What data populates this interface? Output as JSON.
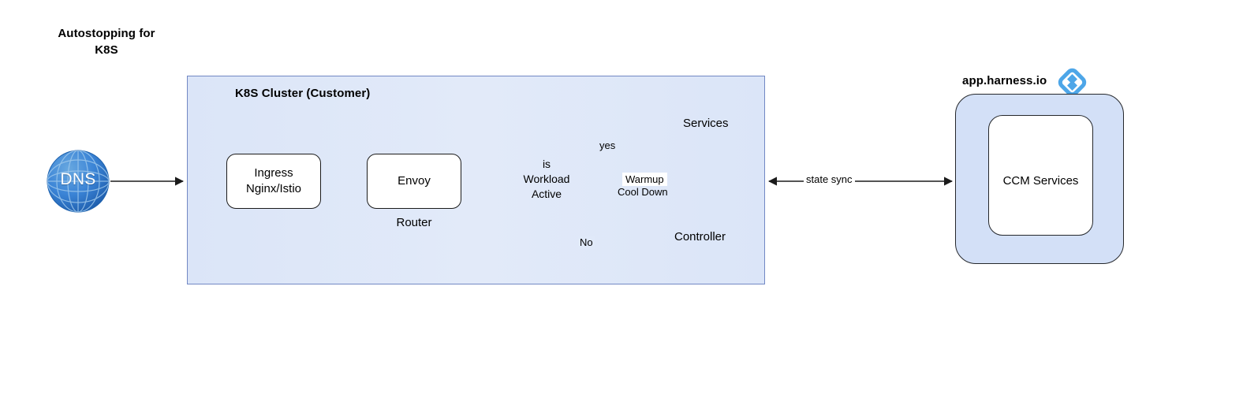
{
  "title": "Autostopping for\nK8S",
  "title_line1": "Autostopping for",
  "title_line2": "K8S",
  "colors": {
    "cluster_fill": "#dce6f8",
    "cluster_border": "#7288c4",
    "k8s_blue": "#326ce5",
    "harness_blue": "#4da6e8",
    "panel_fill": "#d3e0f7",
    "stroke": "#1b1b1b",
    "dns_blue": "#2f7fd1"
  },
  "dns": {
    "label": "DNS",
    "icon": "globe-icon"
  },
  "cluster": {
    "title": "K8S Cluster (Customer)",
    "icon": "kubernetes-icon",
    "nodes": {
      "ingress": {
        "line1": "Ingress",
        "line2": "Nginx/Istio"
      },
      "envoy": {
        "label": "Envoy",
        "sublabel": "Router"
      },
      "decision": {
        "line1": "is",
        "line2": "Workload",
        "line3": "Active"
      },
      "services": {
        "label": "Services",
        "icon": "kubernetes-pods-icon"
      },
      "controller": {
        "label": "Controller",
        "icon": "kubernetes-pod-icon"
      }
    },
    "edges": {
      "yes": "yes",
      "no": "No",
      "warmup": "Warmup",
      "cooldown": "Cool Down"
    }
  },
  "state_sync": {
    "label": "state sync"
  },
  "harness": {
    "title": "app.harness.io",
    "logo_icon": "harness-logo-icon",
    "cloud_icon": "google-cloud-icon",
    "k8s_icon": "kubernetes-icon",
    "ccm": {
      "label": "CCM Services"
    }
  }
}
